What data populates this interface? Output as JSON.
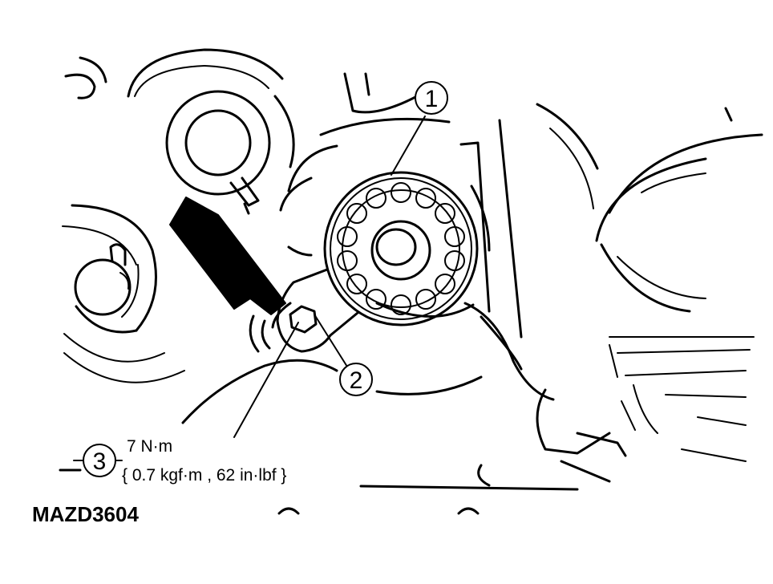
{
  "figure": {
    "figure_code": "MAZD3604",
    "callouts": [
      {
        "number": "1"
      },
      {
        "number": "2"
      },
      {
        "number": "3"
      }
    ],
    "torque": {
      "primary": "7 N·m",
      "conversions": "{ 0.7 kgf·m , 62 in·lbf }"
    }
  }
}
